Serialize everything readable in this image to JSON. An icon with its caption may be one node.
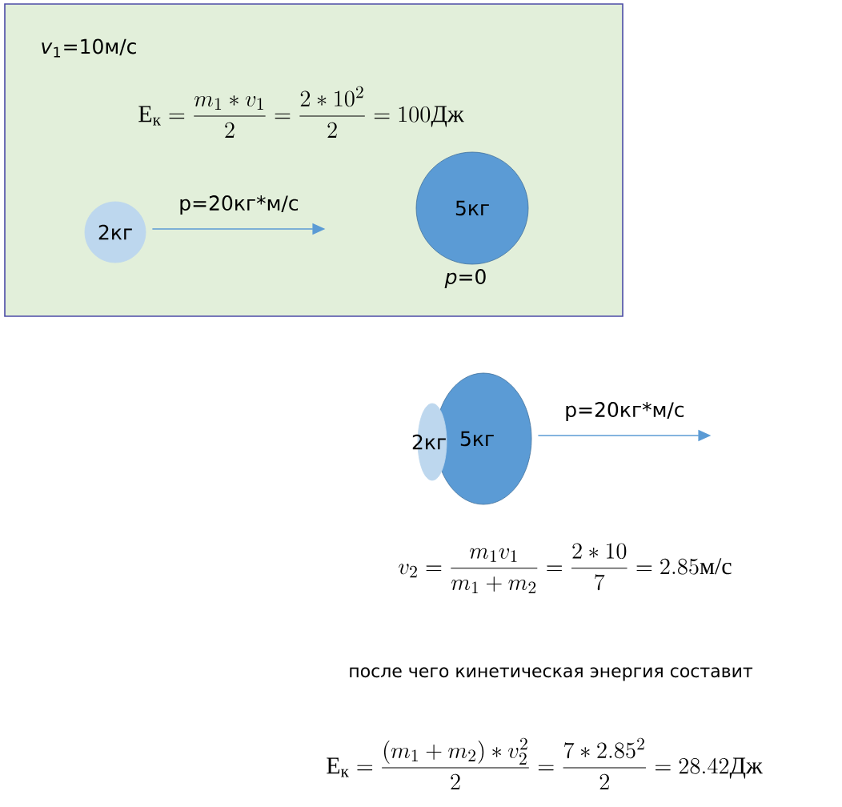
{
  "diagram": {
    "nodes": [
      {
        "text": [
          "*v*$_{1}$=10м/с",
          "\\mathrm{E}_{\\text{к}} = \\frac{m_1 * v_1}{2} = \\frac{2 * 10^2}{2} = 100\\text{Дж}"
        ]
      },
      {
        "text": [
          "2кг"
        ],
        "in": 0
      },
      {
        "text": [
          "5кг"
        ],
        "in": 0,
        "beside": [
          "*p*=0"
        ]
      },
      {
        "text": [
          "2кг"
        ]
      },
      {
        "text": [
          "5кг"
        ]
      }
    ],
    "edges": [
      {
        "from": 1,
        "to": null,
        "arrow": "to",
        "label": "p=20кг*м/с"
      },
      {
        "from": 4,
        "to": null,
        "arrow": "to",
        "label": "p=20кг*м/с"
      }
    ],
    "labels": [
      "v_2 = \\frac{m_1 v_1}{m_1 + m_2} = \\frac{2 * 10}{7} = 2.85\\text{м/с}",
      "после чего кинетическая энергия составит",
      "\\mathrm{E}_{\\text{к}} = \\frac{(m_1 + m_2) * v_2^2}{2} = \\frac{7 * 2.85^2}{2} = 28.42\\text{Дж}"
    ]
  }
}
